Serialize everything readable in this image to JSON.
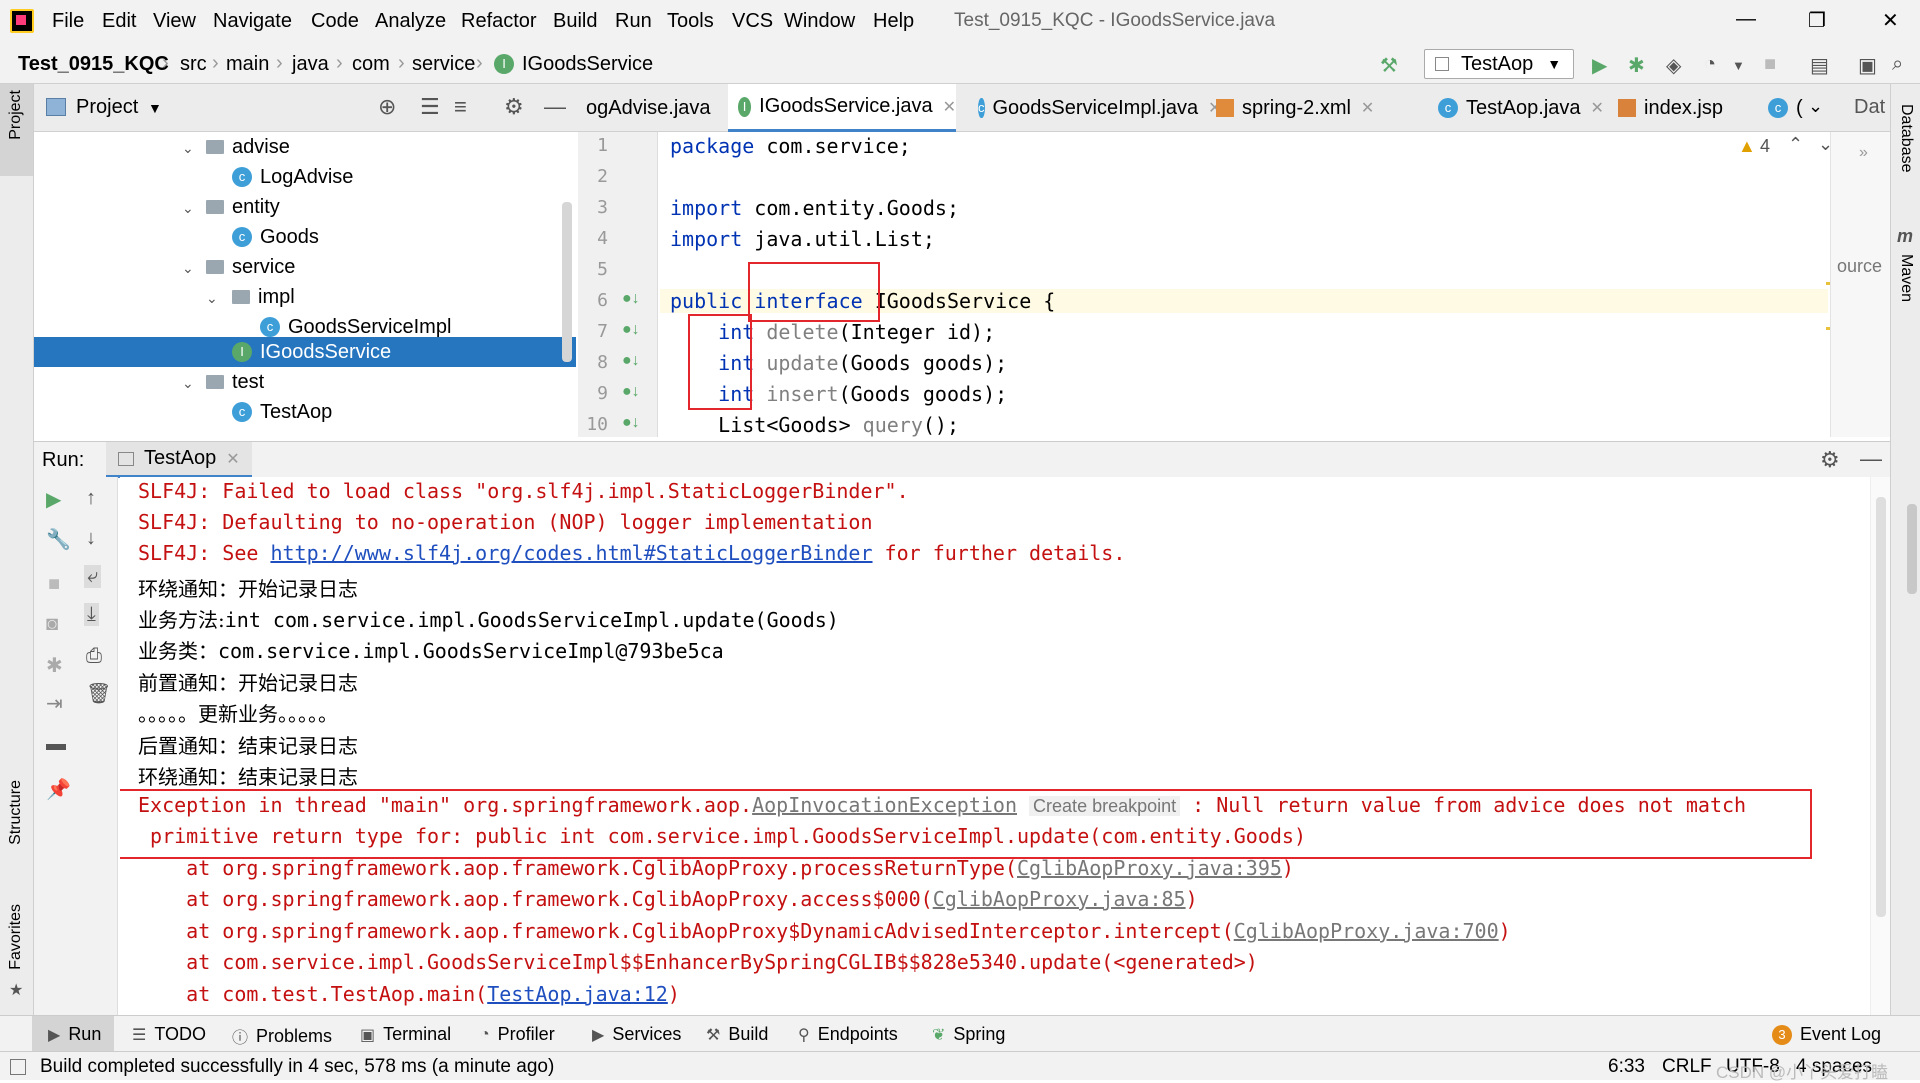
{
  "window": {
    "title": "Test_0915_KQC - IGoodsService.java",
    "menu": [
      "File",
      "Edit",
      "View",
      "Navigate",
      "Code",
      "Analyze",
      "Refactor",
      "Build",
      "Run",
      "Tools",
      "VCS",
      "Window",
      "Help"
    ]
  },
  "navbar": {
    "breadcrumbs": [
      "Test_0915_KQC",
      "src",
      "main",
      "java",
      "com",
      "service",
      "IGoodsService"
    ],
    "run_config": "TestAop"
  },
  "left_stripe": {
    "project": "Project",
    "structure": "Structure",
    "favorites": "Favorites"
  },
  "right_stripe": {
    "database": "Database",
    "maven": "Maven",
    "dat": "Dat",
    "ource": "ource"
  },
  "project_panel": {
    "title": "Project",
    "tree": [
      {
        "label": "advise",
        "type": "folder"
      },
      {
        "label": "LogAdvise",
        "type": "class"
      },
      {
        "label": "entity",
        "type": "folder"
      },
      {
        "label": "Goods",
        "type": "class"
      },
      {
        "label": "service",
        "type": "folder"
      },
      {
        "label": "impl",
        "type": "folder"
      },
      {
        "label": "GoodsServiceImpl",
        "type": "class"
      },
      {
        "label": "IGoodsService",
        "type": "interface",
        "selected": true
      },
      {
        "label": "test",
        "type": "folder"
      },
      {
        "label": "TestAop",
        "type": "class"
      }
    ]
  },
  "editor": {
    "tabs": [
      {
        "label": "ogAdvise.java",
        "icon": "",
        "active": false
      },
      {
        "label": "IGoodsService.java",
        "icon": "I",
        "active": true
      },
      {
        "label": "GoodsServiceImpl.java",
        "icon": "C",
        "active": false
      },
      {
        "label": "spring-2.xml",
        "icon": "",
        "active": false
      },
      {
        "label": "TestAop.java",
        "icon": "C",
        "active": false
      },
      {
        "label": "index.jsp",
        "icon": "",
        "active": false
      },
      {
        "label": "(",
        "icon": "C",
        "active": false
      }
    ],
    "warnings": "4",
    "line_numbers": [
      "1",
      "2",
      "3",
      "4",
      "5",
      "6",
      "7",
      "8",
      "9",
      "10"
    ],
    "code": {
      "l1_kw": "package",
      "l1_rest": " com.service;",
      "l3_kw": "import",
      "l3_rest": " com.entity.Goods;",
      "l4_kw": "import",
      "l4_rest": " java.util.List;",
      "l6_kw1": "public",
      "l6_kw2": "interface",
      "l6_rest": " IGoodsService {",
      "l7_kw": "int",
      "l7_m": "delete",
      "l7_rest": "(Integer id);",
      "l8_kw": "int",
      "l8_m": "update",
      "l8_rest": "(Goods goods);",
      "l9_kw": "int",
      "l9_m": "insert",
      "l9_rest": "(Goods goods);",
      "l10_a": "List<Goods> ",
      "l10_m": "query",
      "l10_rest": "();"
    }
  },
  "run_panel": {
    "label": "Run:",
    "tab": "TestAop",
    "console": {
      "l1": "SLF4J: Failed to load class \"org.slf4j.impl.StaticLoggerBinder\".",
      "l2": "SLF4J: Defaulting to no-operation (NOP) logger implementation",
      "l3a": "SLF4J: See ",
      "l3link": "http://www.slf4j.org/codes.html#StaticLoggerBinder",
      "l3b": " for further details.",
      "l4": "环绕通知：开始记录日志",
      "l5a": "业务方法:",
      "l5b": "int com.service.impl.GoodsServiceImpl.update(Goods)",
      "l6a": "业务类：",
      "l6b": "com.service.impl.GoodsServiceImpl@793be5ca",
      "l7": "前置通知：开始记录日志",
      "l8": "。。。。。更新业务。。。。。",
      "l9": "后置通知：结束记录日志",
      "l10": "环绕通知：结束记录日志",
      "l11a": "Exception in thread \"main\" org.springframework.aop.",
      "l11link": "AopInvocationException",
      "l11badge": "Create breakpoint",
      "l11b": " : Null return value from advice does not match",
      "l12": " primitive return type for: public int com.service.impl.GoodsServiceImpl.update(com.entity.Goods)",
      "l13a": "    at org.springframework.aop.framework.CglibAopProxy.processReturnType(",
      "l13link": "CglibAopProxy.java:395",
      "l13b": ")",
      "l14a": "    at org.springframework.aop.framework.CglibAopProxy.access$000(",
      "l14link": "CglibAopProxy.java:85",
      "l14b": ")",
      "l15a": "    at org.springframework.aop.framework.CglibAopProxy$DynamicAdvisedInterceptor.intercept(",
      "l15link": "CglibAopProxy.java:700",
      "l15b": ")",
      "l16": "    at com.service.impl.GoodsServiceImpl$$EnhancerBySpringCGLIB$$828e5340.update(<generated>)",
      "l17a": "    at com.test.TestAop.main(",
      "l17link": "TestAop.java:12",
      "l17b": ")"
    }
  },
  "bottom_tools": [
    "Run",
    "TODO",
    "Problems",
    "Terminal",
    "Profiler",
    "Services",
    "Build",
    "Endpoints",
    "Spring"
  ],
  "event_log": {
    "count": "3",
    "label": "Event Log"
  },
  "status": {
    "message": "Build completed successfully in 4 sec, 578 ms (a minute ago)",
    "position": "6:33",
    "line_sep": "CRLF",
    "encoding": "UTF-8",
    "indent": "4 spaces",
    "watermark": "CSDN @小丫头爱打瞌"
  },
  "colors": {
    "accent": "#2675bf",
    "error": "#c41010",
    "annotation_box": "#e2262b",
    "keyword": "#0033b3"
  }
}
